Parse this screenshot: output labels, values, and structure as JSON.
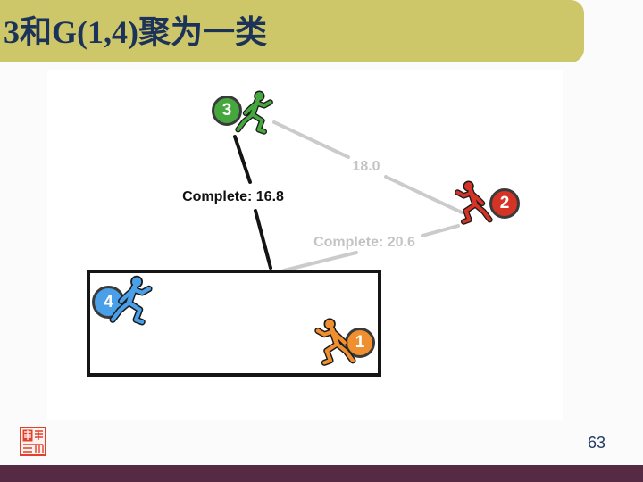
{
  "slide": {
    "title": "3和G(1,4)聚为一类",
    "page_number": "63"
  },
  "diagram": {
    "nodes": [
      {
        "label": "3",
        "color": "#45a73e"
      },
      {
        "label": "2",
        "color": "#d63327"
      },
      {
        "label": "4",
        "color": "#4aa0e8"
      },
      {
        "label": "1",
        "color": "#ef8f2f"
      }
    ],
    "edges": [
      {
        "label": "Complete: 16.8",
        "from": "3",
        "to": "cluster-box",
        "style": "active"
      },
      {
        "label": "18.0",
        "from": "3",
        "to": "2",
        "style": "inactive"
      },
      {
        "label": "Complete: 20.6",
        "from": "cluster-box",
        "to": "2",
        "style": "inactive"
      }
    ]
  },
  "colors": {
    "title_bar": "#cdc769",
    "title_text": "#1c3258",
    "footer_bar": "#552a42",
    "edge_active": "#141414",
    "edge_inactive": "#cbcbcb",
    "seal_red": "#e0402e",
    "page_number": "#203a68"
  }
}
